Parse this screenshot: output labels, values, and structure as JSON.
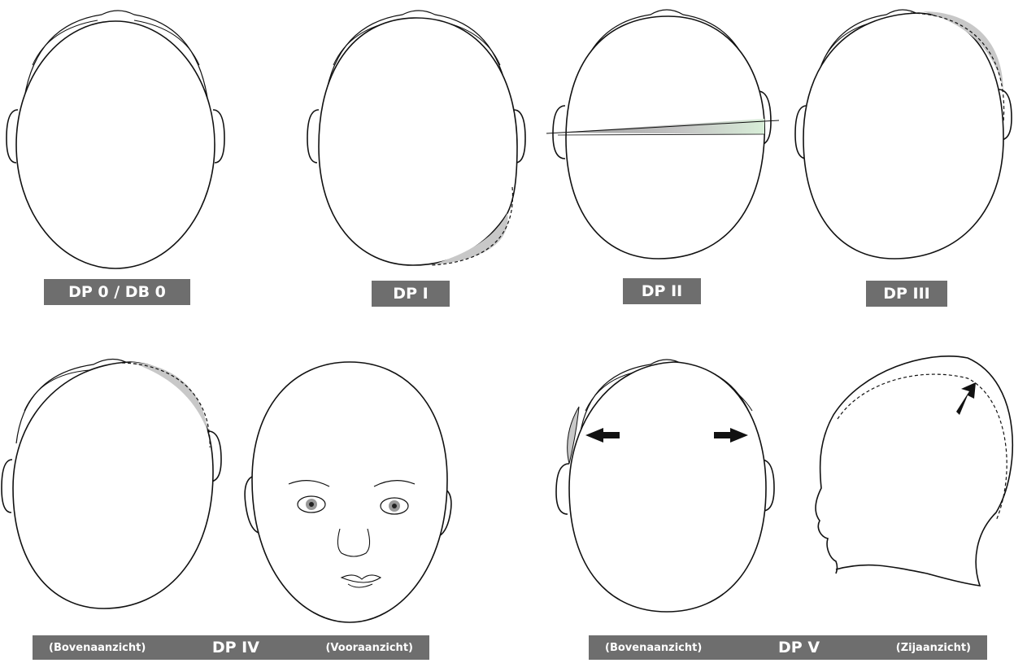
{
  "labels": {
    "dp0": "DP 0 / DB 0",
    "dp1": "DP I",
    "dp2": "DP II",
    "dp3": "DP III",
    "dp4": {
      "left": "(Bovenaanzicht)",
      "main": "DP IV",
      "right": "(Vooraanzicht)"
    },
    "dp5": {
      "left": "(Bovenaanzicht)",
      "main": "DP V",
      "right": "(Zijaanzicht)"
    }
  },
  "colors": {
    "label_bg": "#6e6e6e",
    "label_text": "#ffffff",
    "shading": "#c8c8c8",
    "line": "#111111"
  }
}
